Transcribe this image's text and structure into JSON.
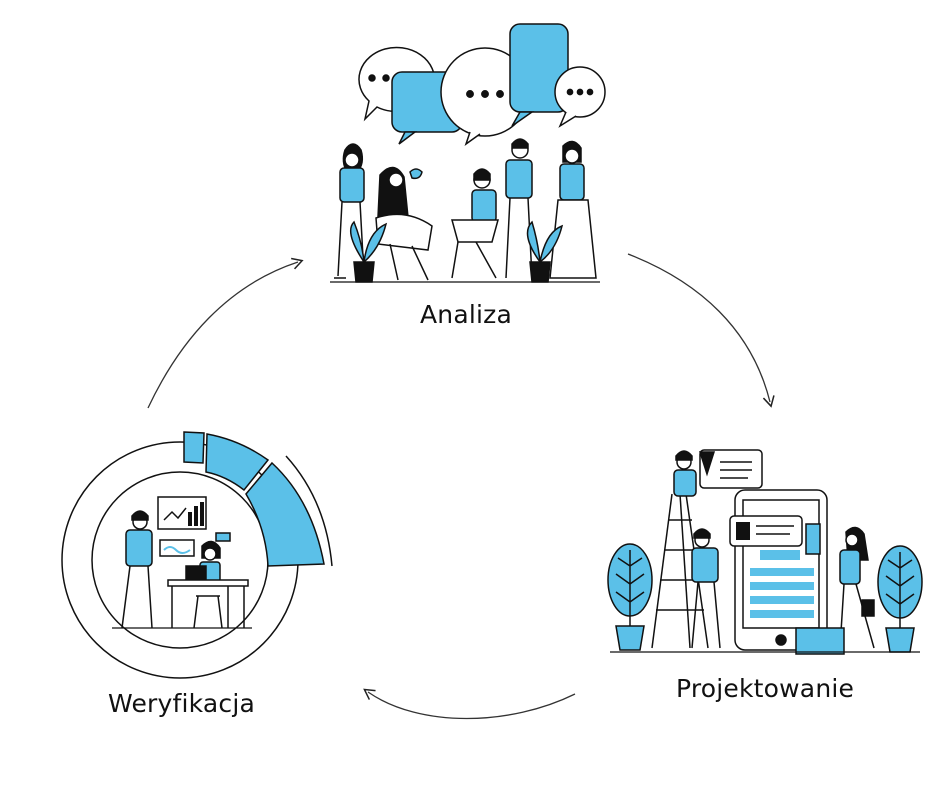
{
  "diagram": {
    "type": "cycle",
    "stages": [
      {
        "label": "Analiza",
        "illustration": "team-discussion-illustration"
      },
      {
        "label": "Projektowanie",
        "illustration": "app-design-illustration"
      },
      {
        "label": "Weryfikacja",
        "illustration": "data-verification-illustration"
      }
    ]
  },
  "colors": {
    "accent": "#5bc0e8",
    "ink": "#111111",
    "background": "#ffffff"
  }
}
